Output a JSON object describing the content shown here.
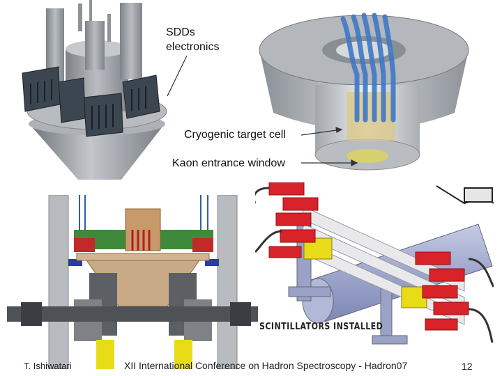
{
  "labels": {
    "sdds": "SDDs\nelectronics",
    "sdds_line1": "SDDs",
    "sdds_line2": "electronics",
    "target_cell": "Cryogenic target cell",
    "kaon_window": "Kaon entrance window",
    "scintillators": "SCINTILLATORS INSTALLED"
  },
  "footer": {
    "author": "T. Ishiwatari",
    "conference": "XII International Conference on Hadron Spectroscopy - Hadron07",
    "page_number": "12"
  },
  "colors": {
    "metal_gray": "#9a9ea4",
    "dark_module": "#3c4650",
    "fiber_blue": "#3f78c6",
    "scint_red": "#d8232a",
    "yellow": "#e8dc18",
    "green_board": "#3e8a3a",
    "copper": "#c89a6a"
  }
}
